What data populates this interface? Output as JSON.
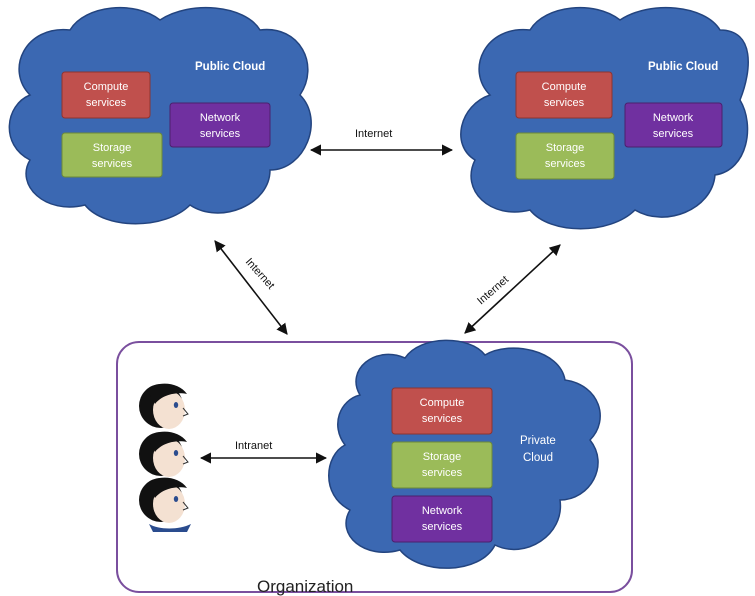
{
  "clouds": {
    "left": {
      "title": "Public Cloud",
      "compute": [
        "Compute",
        "services"
      ],
      "storage": [
        "Storage",
        "services"
      ],
      "network": [
        "Network",
        "services"
      ]
    },
    "right": {
      "title": "Public Cloud",
      "compute": [
        "Compute",
        "services"
      ],
      "storage": [
        "Storage",
        "services"
      ],
      "network": [
        "Network",
        "services"
      ]
    },
    "private": {
      "title": [
        "Private",
        "Cloud"
      ],
      "compute": [
        "Compute",
        "services"
      ],
      "storage": [
        "Storage",
        "services"
      ],
      "network": [
        "Network",
        "services"
      ]
    }
  },
  "connections": {
    "top": "Internet",
    "left_diag": "Internet",
    "right_diag": "Internet",
    "intranet": "Intranet"
  },
  "organization_label": "Organization",
  "colors": {
    "cloud": "#3b68b2",
    "compute": "#c0504d",
    "storage": "#9bbb59",
    "network": "#7030a0",
    "organization_border": "#7a4f9e"
  },
  "icons": {
    "user_heads": "person-head-icon"
  }
}
